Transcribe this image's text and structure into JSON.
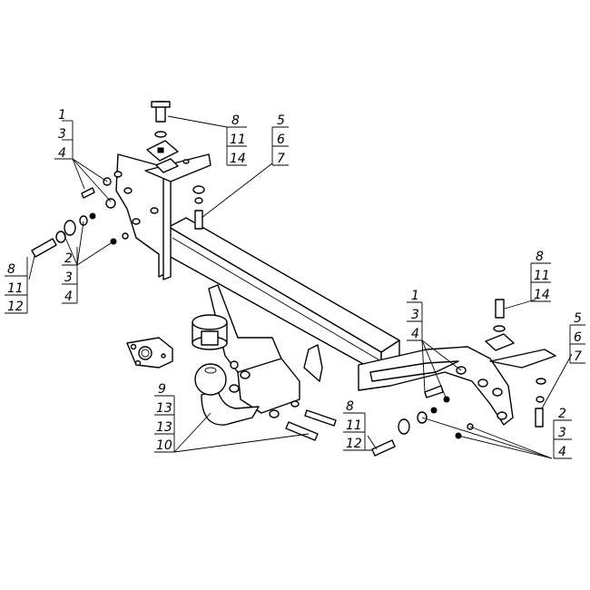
{
  "callouts": [
    {
      "id": "left-top-group",
      "labels": [
        "1",
        "3",
        "4"
      ]
    },
    {
      "id": "bolt-top-group",
      "labels": [
        "8",
        "11",
        "14"
      ]
    },
    {
      "id": "stud-top-group",
      "labels": [
        "5",
        "6",
        "7"
      ]
    },
    {
      "id": "left-low-group",
      "labels": [
        "8",
        "11",
        "12"
      ]
    },
    {
      "id": "left-mid-group",
      "labels": [
        "2",
        "3",
        "4"
      ]
    },
    {
      "id": "right-bolt-group",
      "labels": [
        "8",
        "11",
        "14"
      ]
    },
    {
      "id": "right-top-group",
      "labels": [
        "1",
        "3",
        "4"
      ]
    },
    {
      "id": "right-stud-group",
      "labels": [
        "5",
        "6",
        "7"
      ]
    },
    {
      "id": "ball-group",
      "labels": [
        "9",
        "13",
        "13",
        "10"
      ]
    },
    {
      "id": "center-bolt-group",
      "labels": [
        "8",
        "11",
        "12"
      ]
    },
    {
      "id": "right-low-group",
      "labels": [
        "2",
        "3",
        "4"
      ]
    }
  ]
}
